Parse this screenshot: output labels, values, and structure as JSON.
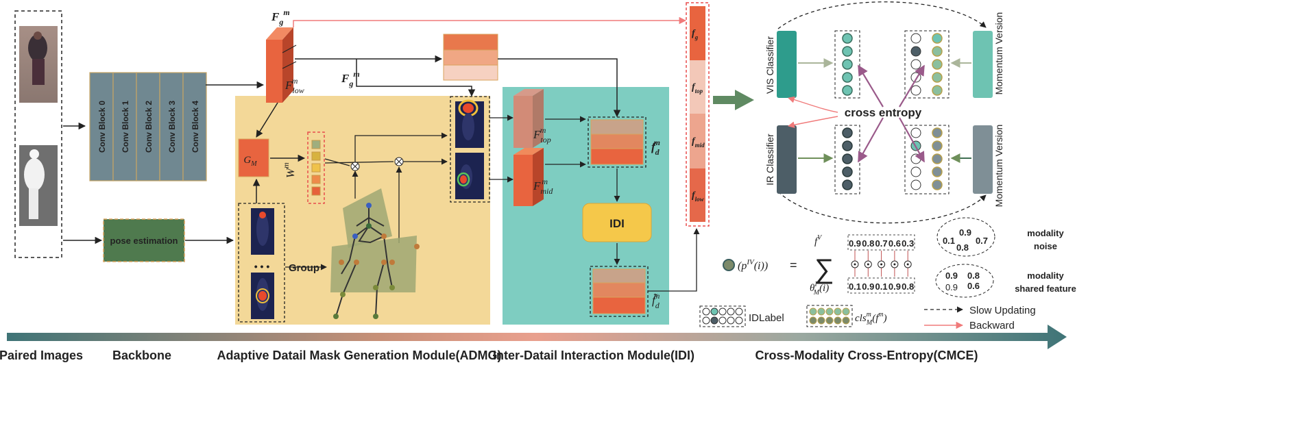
{
  "backbone": {
    "blocks": [
      "Conv Block 0",
      "Conv Block 1",
      "Conv Block 2",
      "Conv Block 3",
      "Conv Block 4"
    ],
    "pose_label": "pose estimation",
    "feat_g": "F",
    "feat_low": "F",
    "sup_m": "m",
    "sub_g": "g",
    "sub_low": "low"
  },
  "admg": {
    "gm_label": "G",
    "gm_sub": "M",
    "w_label": "W",
    "w_sup": "m",
    "group_label": "Group",
    "ellipsis": "• • •",
    "weight_colors": [
      "#9fae7e",
      "#d7b23f",
      "#efc24a",
      "#ee8a4a",
      "#e6603a"
    ]
  },
  "idi": {
    "top_label": "F",
    "top_sub": "top",
    "mid_label": "F",
    "mid_sub": "mid",
    "fd_label": "f",
    "fd_sub": "d",
    "idi_box": "IDI",
    "fd_tilde": "f̃",
    "fd_tilde_sub": "d"
  },
  "stack": {
    "items": [
      {
        "main": "f",
        "sub": "g"
      },
      {
        "main": "f",
        "sub": "top"
      },
      {
        "main": "f",
        "sub": "mid"
      },
      {
        "main": "f",
        "sub": "low"
      }
    ]
  },
  "cmce": {
    "vis_classifier": "VIS Classifier",
    "ir_classifier": "IR Classifier",
    "momentum_top": "Momentum Version",
    "momentum_bottom": "Momentum Version",
    "cross_entropy": "cross entropy",
    "formula_lhs": "(p",
    "formula_lhs_sup": "IV",
    "formula_lhs_tail": "(i))",
    "equals": "=",
    "sum": "∑",
    "fv": "f",
    "fv_sup": "V",
    "theta": "θ",
    "theta_sup": "I",
    "theta_sub": "M",
    "theta_tail": "(i)",
    "row_top": [
      "0.9",
      "0.8",
      "0.7",
      "0.6",
      "0.3"
    ],
    "row_bottom": [
      "0.1",
      "0.9",
      "0.1",
      "0.9",
      "0.8"
    ],
    "noise_values": [
      "0.9",
      "0.1",
      "0.8",
      "0.7"
    ],
    "noise_label": [
      "modality",
      "noise"
    ],
    "shared_values": [
      "0.9",
      "0.8",
      "0.9",
      "0.6"
    ],
    "shared_label": [
      "modality",
      "shared feature"
    ]
  },
  "legend": {
    "idlabel": "IDLabel",
    "cls": "cls",
    "cls_sup": "m",
    "cls_sub": "M",
    "cls_tail": "(f",
    "cls_tail_sup": "m",
    "cls_close": ")",
    "slow": "Slow Updating",
    "backward": "Backward"
  },
  "stages": [
    "Paired Images",
    "Backbone",
    "Adaptive Datail Mask Generation Module(ADMG)",
    "Inter-Datail Interaction Module(IDI)",
    "Cross-Modality Cross-Entropy(CMCE)"
  ],
  "colors": {
    "teal_dark": "#2e9c8c",
    "teal_light": "#6ec3b2",
    "slate": "#5a6b73",
    "orange": "#e2603a",
    "admg_bg": "#f3d898",
    "idi_bg": "#7ecdc1",
    "block_gray": "#708891",
    "pose_green": "#4f7a4e",
    "ce_red": "#e8553d"
  }
}
